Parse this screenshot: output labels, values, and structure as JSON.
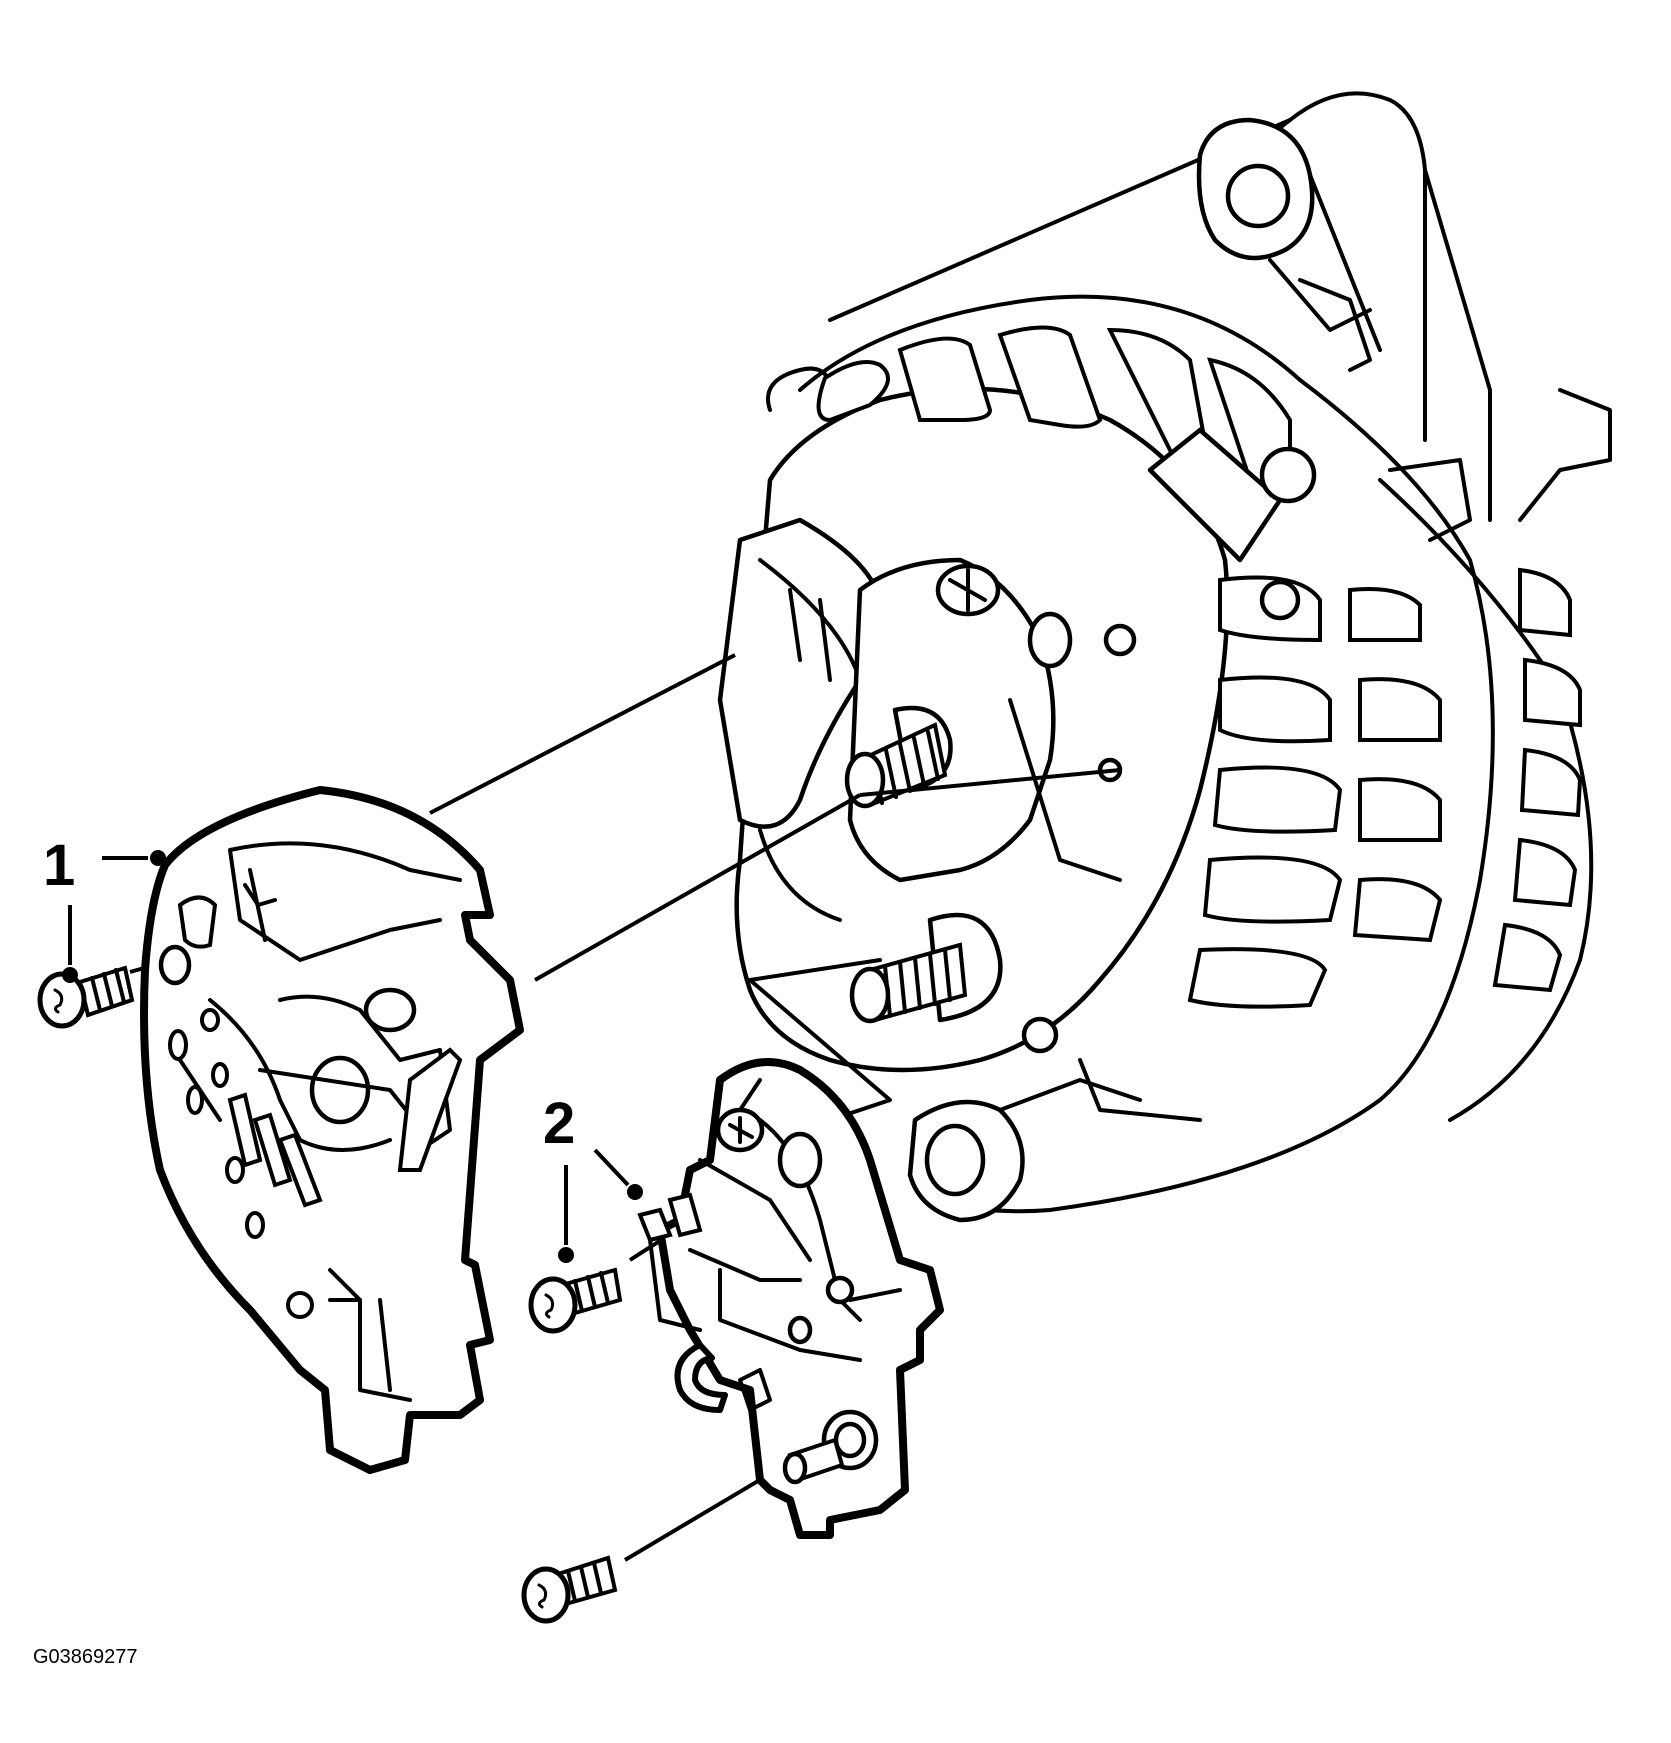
{
  "figure": {
    "id_label": "G03869277"
  },
  "callouts": [
    {
      "number": "1"
    },
    {
      "number": "2"
    }
  ]
}
